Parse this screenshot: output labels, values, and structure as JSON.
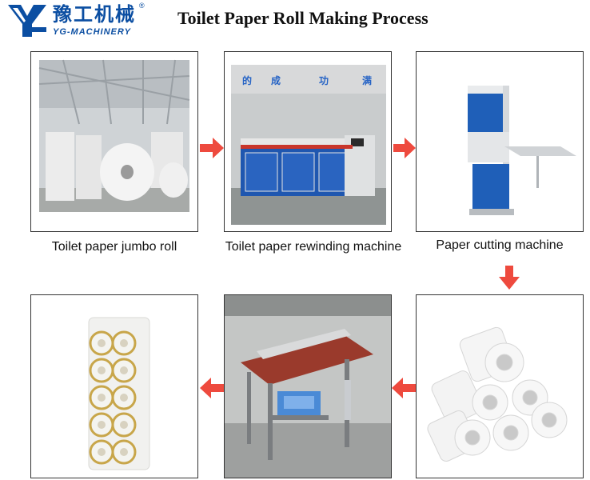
{
  "logo": {
    "chinese_name": "豫工机械",
    "english_name": "YG-MACHINERY",
    "registered_mark": "®",
    "brand_color": "#0b4ea2"
  },
  "title": "Toilet Paper Roll Making Process",
  "steps": [
    {
      "label": "Toilet paper jumbo roll"
    },
    {
      "label": "Toilet paper rewinding machine"
    },
    {
      "label": "Paper cutting machine"
    },
    {
      "label": ""
    },
    {
      "label": ""
    },
    {
      "label": ""
    }
  ],
  "arrow_color": "#ee4a3e"
}
